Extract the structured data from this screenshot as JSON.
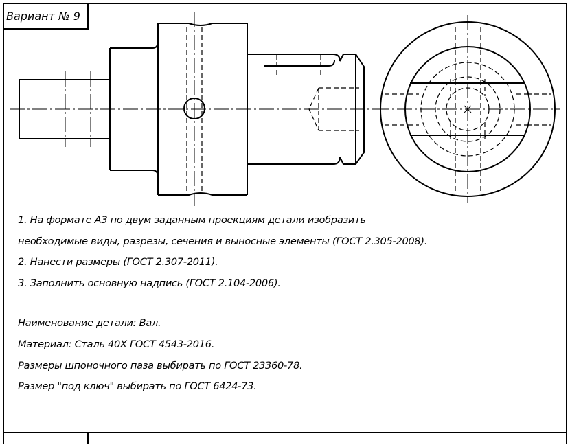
{
  "variant_label": "Вариант № 9",
  "instructions": [
    "1. На формате А3 по двум заданным проекциям детали изобразить",
    "необходимые виды, разрезы, сечения и выносные элементы (ГОСТ 2.305-2008).",
    "2. Нанести размеры (ГОСТ 2.307-2011).",
    "3. Заполнить основную надпись (ГОСТ 2.104-2006)."
  ],
  "details": [
    "Наименование детали: Вал.",
    "Материал: Сталь 40Х ГОСТ 4543-2016.",
    "Размеры шпоночного паза выбирать по ГОСТ 23360-78.",
    "Размер \"под ключ\" выбирать по ГОСТ 6424-73."
  ],
  "colors": {
    "line": "#000000",
    "background": "#ffffff"
  }
}
